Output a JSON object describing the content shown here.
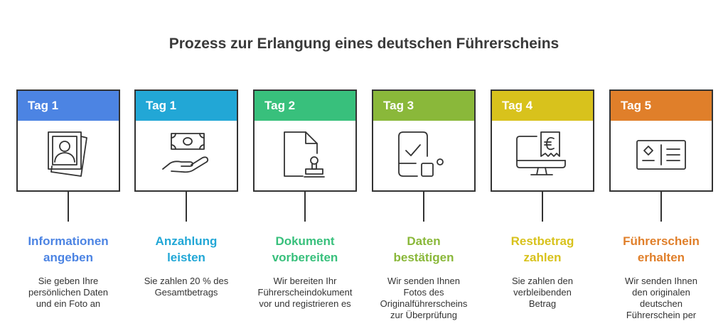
{
  "title": "Prozess zur Erlangung eines deutschen Führerscheins",
  "steps": [
    {
      "day": "Tag 1",
      "title_line1": "Informationen",
      "title_line2": "angeben",
      "desc": [
        "Sie geben Ihre",
        "persönlichen Daten",
        "und ein Foto an"
      ],
      "color": "#4c84e3",
      "icon": "photo-id-icon"
    },
    {
      "day": "Tag 1",
      "title_line1": "Anzahlung",
      "title_line2": "leisten",
      "desc": [
        "Sie zahlen 20 % des",
        "Gesamtbetrags"
      ],
      "color": "#22a7d6",
      "icon": "hand-money-icon"
    },
    {
      "day": "Tag 2",
      "title_line1": "Dokument",
      "title_line2": "vorbereiten",
      "desc": [
        "Wir bereiten Ihr",
        "Führerscheindokument",
        "vor und registrieren es"
      ],
      "color": "#38c07c",
      "icon": "document-stamp-icon"
    },
    {
      "day": "Tag 3",
      "title_line1": "Daten",
      "title_line2": "bestätigen",
      "desc": [
        "Wir senden Ihnen",
        "Fotos des",
        "Originalführerscheins",
        "zur Überprüfung"
      ],
      "color": "#8ab83a",
      "icon": "phone-check-icon"
    },
    {
      "day": "Tag 4",
      "title_line1": "Restbetrag",
      "title_line2": "zahlen",
      "desc": [
        "Sie zahlen den",
        "verbleibenden",
        "Betrag"
      ],
      "color": "#d8c21c",
      "icon": "monitor-euro-receipt-icon"
    },
    {
      "day": "Tag 5",
      "title_line1": "Führerschein",
      "title_line2": "erhalten",
      "desc": [
        "Wir senden Ihnen",
        "den originalen",
        "deutschen",
        "Führerschein per"
      ],
      "color": "#e07f2a",
      "icon": "license-card-icon"
    }
  ]
}
